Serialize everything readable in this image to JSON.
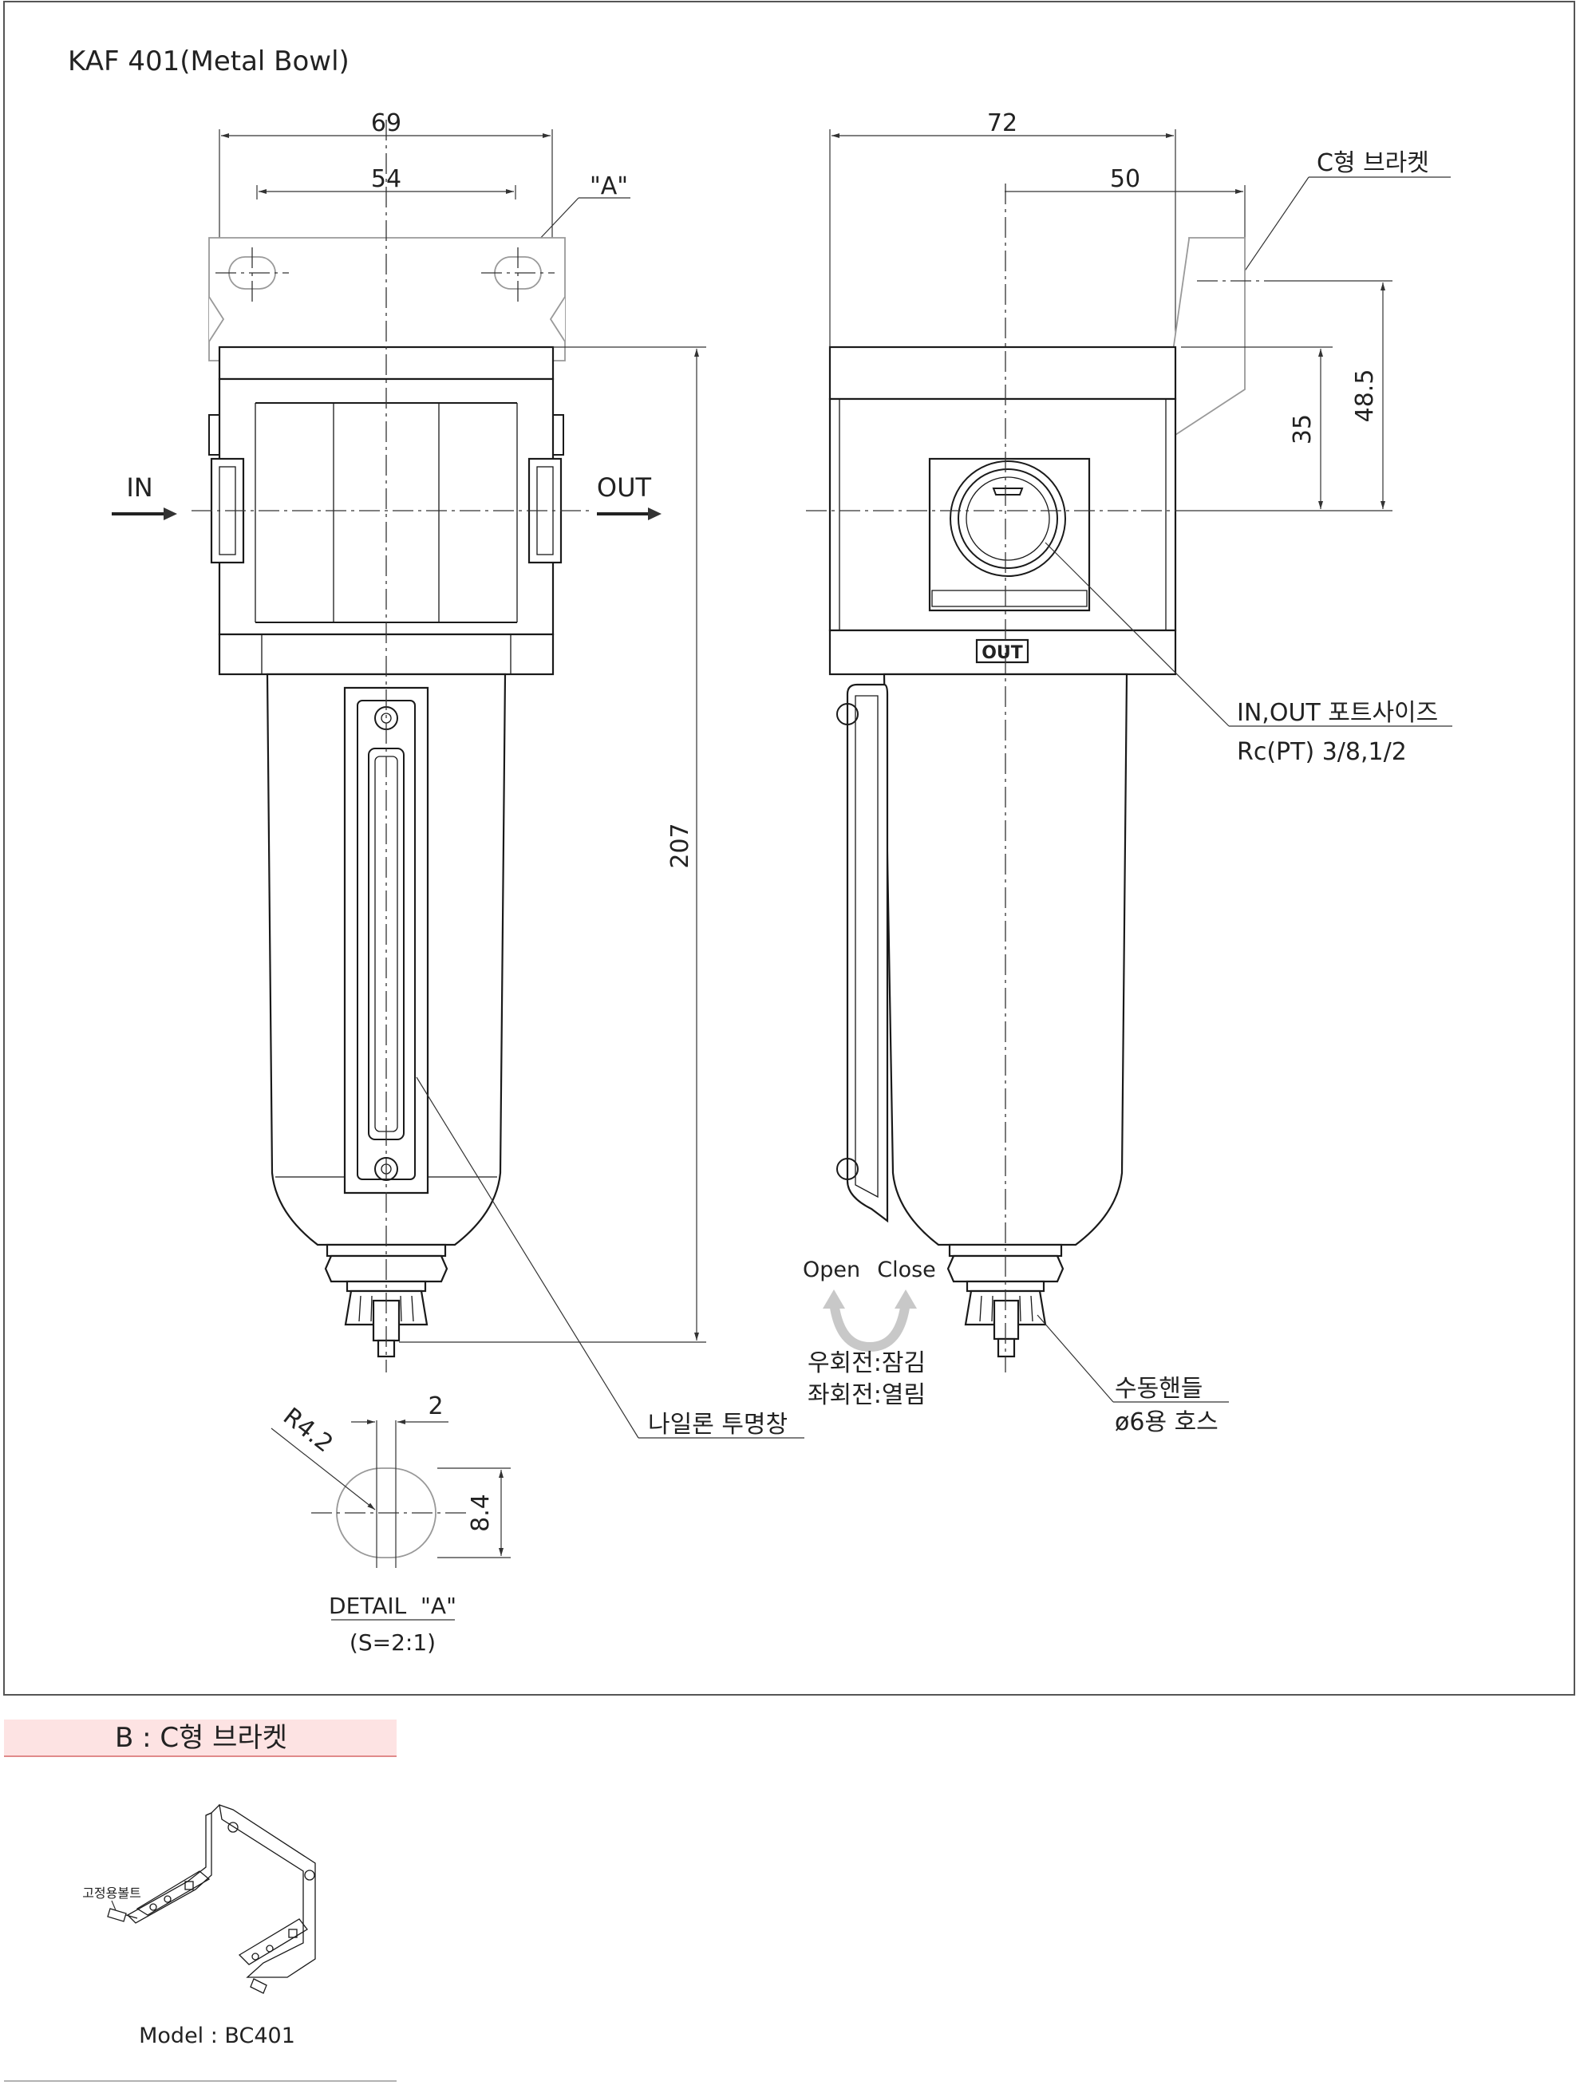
{
  "drawing": {
    "title": "KAF 401(Metal Bowl)",
    "front_view": {
      "dim_overall_width": "69",
      "dim_hole_pitch": "54",
      "detail_ref": "\"A\"",
      "dim_height": "207",
      "in_label": "IN",
      "out_label": "OUT",
      "sight_glass_label": "나일론 투명창"
    },
    "side_view": {
      "dim_width": "72",
      "dim_bracket": "50",
      "dim_35": "35",
      "dim_48_5": "48.5",
      "bracket_label": "C형 브라켓",
      "port_label": "IN,OUT 포트사이즈",
      "port_size": "Rc(PT) 3/8,1/2",
      "out_mark": "OUT",
      "open_label": "Open",
      "close_label": "Close",
      "cw_note": "우회전:잠김",
      "ccw_note": "좌회전:열림",
      "handle_label": "수동핸들",
      "hose_label": "ø6용 호스"
    },
    "detail_a": {
      "radius": "R4.2",
      "dim_2": "2",
      "dim_8_4": "8.4",
      "title": "DETAIL  \"A\"",
      "scale": "(S=2:1)"
    }
  },
  "accessory": {
    "section_title": "B : C형 브라켓",
    "bolt_label": "고정용볼트",
    "model": "Model : BC401",
    "colors": {
      "header_bg": "#fde3e3",
      "header_border": "#e08a8a"
    }
  }
}
